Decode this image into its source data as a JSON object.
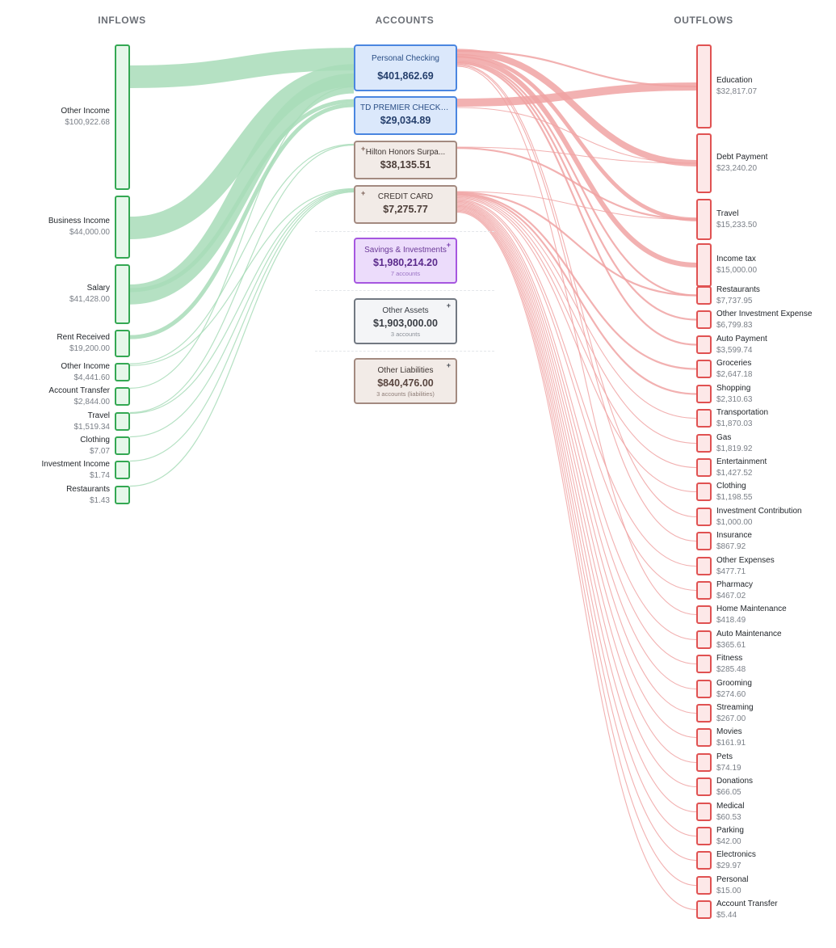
{
  "headers": {
    "inflows": "INFLOWS",
    "accounts": "ACCOUNTS",
    "outflows": "OUTFLOWS"
  },
  "colors": {
    "inflow": "#34a853",
    "inflow_flow": "#a8dcb8",
    "outflow": "#e05252",
    "outflow_flow": "#f0a3a3"
  },
  "inflows": [
    {
      "name": "Other Income",
      "amount": "$100,922.68",
      "value": 100922.68
    },
    {
      "name": "Business Income",
      "amount": "$44,000.00",
      "value": 44000.0
    },
    {
      "name": "Salary",
      "amount": "$41,428.00",
      "value": 41428.0
    },
    {
      "name": "Rent Received",
      "amount": "$19,200.00",
      "value": 19200.0
    },
    {
      "name": "Other Income",
      "amount": "$4,441.60",
      "value": 4441.6
    },
    {
      "name": "Account Transfer",
      "amount": "$2,844.00",
      "value": 2844.0
    },
    {
      "name": "Travel",
      "amount": "$1,519.34",
      "value": 1519.34
    },
    {
      "name": "Clothing",
      "amount": "$7.07",
      "value": 7.07
    },
    {
      "name": "Investment Income",
      "amount": "$1.74",
      "value": 1.74
    },
    {
      "name": "Restaurants",
      "amount": "$1.43",
      "value": 1.43
    }
  ],
  "accounts": [
    {
      "name": "Personal Checking",
      "amount": "$401,862.69",
      "style": "bank",
      "plus": ""
    },
    {
      "name": "TD PREMIER CHECKING",
      "amount": "$29,034.89",
      "style": "bank",
      "plus": ""
    },
    {
      "name": "Hilton Honors Surpa...",
      "amount": "$38,135.51",
      "style": "card",
      "plus": "+"
    },
    {
      "name": "CREDIT CARD",
      "amount": "$7,275.77",
      "style": "card",
      "plus": "+"
    }
  ],
  "groups": [
    {
      "name": "Savings & Investments",
      "amount": "$1,980,214.20",
      "sub": "7 accounts",
      "style": "savings",
      "plus": "+"
    },
    {
      "name": "Other Assets",
      "amount": "$1,903,000.00",
      "sub": "3 accounts",
      "style": "assets",
      "plus": "+"
    },
    {
      "name": "Other Liabilities",
      "amount": "$840,476.00",
      "sub": "3 accounts (liabilities)",
      "style": "liab",
      "plus": "+"
    }
  ],
  "outflows": [
    {
      "name": "Education",
      "amount": "$32,817.07",
      "value": 32817.07
    },
    {
      "name": "Debt Payment",
      "amount": "$23,240.20",
      "value": 23240.2
    },
    {
      "name": "Travel",
      "amount": "$15,233.50",
      "value": 15233.5
    },
    {
      "name": "Income tax",
      "amount": "$15,000.00",
      "value": 15000.0
    },
    {
      "name": "Restaurants",
      "amount": "$7,737.95",
      "value": 7737.95
    },
    {
      "name": "Other Investment Expense",
      "amount": "$6,799.83",
      "value": 6799.83
    },
    {
      "name": "Auto Payment",
      "amount": "$3,599.74",
      "value": 3599.74
    },
    {
      "name": "Groceries",
      "amount": "$2,647.18",
      "value": 2647.18
    },
    {
      "name": "Shopping",
      "amount": "$2,310.63",
      "value": 2310.63
    },
    {
      "name": "Transportation",
      "amount": "$1,870.03",
      "value": 1870.03
    },
    {
      "name": "Gas",
      "amount": "$1,819.92",
      "value": 1819.92
    },
    {
      "name": "Entertainment",
      "amount": "$1,427.52",
      "value": 1427.52
    },
    {
      "name": "Clothing",
      "amount": "$1,198.55",
      "value": 1198.55
    },
    {
      "name": "Investment Contribution",
      "amount": "$1,000.00",
      "value": 1000.0
    },
    {
      "name": "Insurance",
      "amount": "$867.92",
      "value": 867.92
    },
    {
      "name": "Other Expenses",
      "amount": "$477.71",
      "value": 477.71
    },
    {
      "name": "Pharmacy",
      "amount": "$467.02",
      "value": 467.02
    },
    {
      "name": "Home Maintenance",
      "amount": "$418.49",
      "value": 418.49
    },
    {
      "name": "Auto Maintenance",
      "amount": "$365.61",
      "value": 365.61
    },
    {
      "name": "Fitness",
      "amount": "$285.48",
      "value": 285.48
    },
    {
      "name": "Grooming",
      "amount": "$274.60",
      "value": 274.6
    },
    {
      "name": "Streaming",
      "amount": "$267.00",
      "value": 267.0
    },
    {
      "name": "Movies",
      "amount": "$161.91",
      "value": 161.91
    },
    {
      "name": "Pets",
      "amount": "$74.19",
      "value": 74.19
    },
    {
      "name": "Donations",
      "amount": "$66.05",
      "value": 66.05
    },
    {
      "name": "Medical",
      "amount": "$60.53",
      "value": 60.53
    },
    {
      "name": "Parking",
      "amount": "$42.00",
      "value": 42.0
    },
    {
      "name": "Electronics",
      "amount": "$29.97",
      "value": 29.97
    },
    {
      "name": "Personal",
      "amount": "$15.00",
      "value": 15.0
    },
    {
      "name": "Account Transfer",
      "amount": "$5.44",
      "value": 5.44
    }
  ],
  "flows_in": [
    {
      "from": 0,
      "to": 0,
      "value": 100922.68
    },
    {
      "from": 1,
      "to": 0,
      "value": 44000.0
    },
    {
      "from": 2,
      "to": 0,
      "value": 26000.0
    },
    {
      "from": 2,
      "to": 1,
      "value": 15428.0
    },
    {
      "from": 3,
      "to": 1,
      "value": 19200.0
    },
    {
      "from": 4,
      "to": 2,
      "value": 2441.6
    },
    {
      "from": 4,
      "to": 3,
      "value": 2000.0
    },
    {
      "from": 5,
      "to": 0,
      "value": 2844.0
    },
    {
      "from": 6,
      "to": 2,
      "value": 800.0
    },
    {
      "from": 6,
      "to": 3,
      "value": 719.34
    },
    {
      "from": 7,
      "to": 3,
      "value": 7.07
    },
    {
      "from": 8,
      "to": 3,
      "value": 1.74
    },
    {
      "from": 9,
      "to": 3,
      "value": 1.43
    }
  ],
  "flows_out": [
    {
      "from": 0,
      "to": 0,
      "value": 4000.0
    },
    {
      "from": 1,
      "to": 0,
      "value": 28817.07
    },
    {
      "from": 0,
      "to": 1,
      "value": 20000.0
    },
    {
      "from": 1,
      "to": 1,
      "value": 1500.0
    },
    {
      "from": 2,
      "to": 1,
      "value": 1740.2
    },
    {
      "from": 0,
      "to": 2,
      "value": 12000.0
    },
    {
      "from": 2,
      "to": 2,
      "value": 2233.5
    },
    {
      "from": 3,
      "to": 2,
      "value": 1000.0
    },
    {
      "from": 0,
      "to": 3,
      "value": 15000.0
    },
    {
      "from": 0,
      "to": 4,
      "value": 3500.0
    },
    {
      "from": 3,
      "to": 4,
      "value": 4237.95
    },
    {
      "from": 0,
      "to": 5,
      "value": 6799.83
    },
    {
      "from": 0,
      "to": 6,
      "value": 3599.74
    },
    {
      "from": 3,
      "to": 7,
      "value": 2647.18
    },
    {
      "from": 3,
      "to": 8,
      "value": 2310.63
    },
    {
      "from": 3,
      "to": 9,
      "value": 1870.03
    },
    {
      "from": 3,
      "to": 10,
      "value": 1819.92
    },
    {
      "from": 3,
      "to": 11,
      "value": 1427.52
    },
    {
      "from": 3,
      "to": 12,
      "value": 1198.55
    },
    {
      "from": 0,
      "to": 13,
      "value": 1000.0
    },
    {
      "from": 0,
      "to": 14,
      "value": 867.92
    },
    {
      "from": 3,
      "to": 15,
      "value": 477.71
    },
    {
      "from": 3,
      "to": 16,
      "value": 467.02
    },
    {
      "from": 0,
      "to": 17,
      "value": 418.49
    },
    {
      "from": 3,
      "to": 18,
      "value": 365.61
    },
    {
      "from": 3,
      "to": 19,
      "value": 285.48
    },
    {
      "from": 3,
      "to": 20,
      "value": 274.6
    },
    {
      "from": 3,
      "to": 21,
      "value": 267.0
    },
    {
      "from": 3,
      "to": 22,
      "value": 161.91
    },
    {
      "from": 3,
      "to": 23,
      "value": 74.19
    },
    {
      "from": 3,
      "to": 24,
      "value": 66.05
    },
    {
      "from": 3,
      "to": 25,
      "value": 60.53
    },
    {
      "from": 3,
      "to": 26,
      "value": 42.0
    },
    {
      "from": 3,
      "to": 27,
      "value": 29.97
    },
    {
      "from": 3,
      "to": 28,
      "value": 15.0
    },
    {
      "from": 3,
      "to": 29,
      "value": 5.44
    }
  ]
}
